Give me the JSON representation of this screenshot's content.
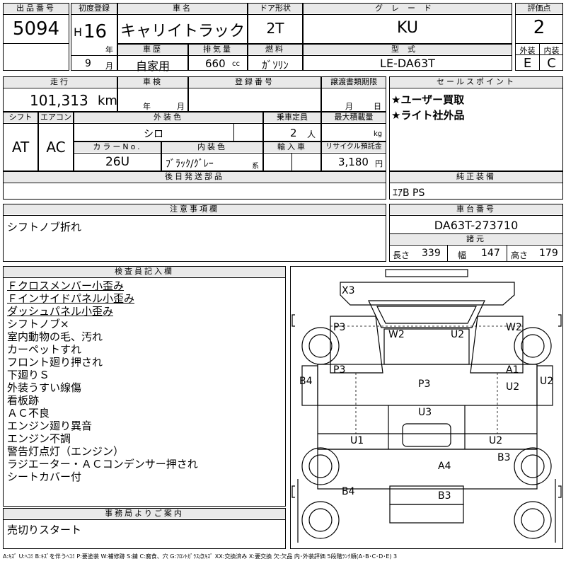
{
  "header": {
    "lot_label": "出品番号",
    "lot_no": "5094",
    "first_reg_label": "初度登録",
    "era": "H",
    "year": "16",
    "year_unit": "年",
    "month": "9",
    "month_unit": "月",
    "car_name_label": "車名",
    "car_name": "キャリイトラック",
    "door_label": "ドア形状",
    "door": "2T",
    "grade_label": "グレード",
    "grade": "KU",
    "score_label": "評価点",
    "score": "2",
    "history_label": "車歴",
    "history": "自家用",
    "displacement_label": "排気量",
    "displacement": "660",
    "displacement_unit": "cc",
    "fuel_label": "燃料",
    "fuel": "ｶﾞｿﾘﾝ",
    "model_label": "型式",
    "model": "LE-DA63T",
    "exterior_label": "外装",
    "exterior_score": "E",
    "interior_label": "内装",
    "interior_score": "C"
  },
  "row2": {
    "mileage_label": "走行",
    "mileage": "101,313",
    "mileage_unit": "km",
    "inspection_label": "車検",
    "year_unit": "年",
    "month_unit": "月",
    "plate_label": "登録番号",
    "transfer_label": "譲渡書類期限",
    "transfer_month": "月",
    "transfer_day": "日",
    "sales_label": "セールスポイント",
    "sales_points": [
      "★ユーザー買取",
      "★ライト社外品"
    ]
  },
  "row3": {
    "shift_label": "シフト",
    "aircon_label": "エアコン",
    "shift": "AT",
    "aircon": "AC",
    "ext_color_label": "外装色",
    "ext_color": "シロ",
    "capacity_label": "乗車定員",
    "capacity": "2",
    "capacity_unit": "人",
    "load_label": "最大積載量",
    "load_unit": "kg",
    "color_no_label": "カラーNo.",
    "color_no": "26U",
    "int_color_label": "内装色",
    "int_color": "ﾌﾞﾗｯｸ/ｸﾞﾚｰ",
    "int_color_suffix": "系",
    "import_label": "輸入車",
    "recycle_label": "リサイクル預託金",
    "recycle": "3,180",
    "recycle_unit": "円"
  },
  "row4": {
    "later_parts_label": "後日発送部品",
    "genuine_label": "純正装備",
    "genuine": "ｴｱB PS"
  },
  "notes": {
    "caution_label": "注意事項欄",
    "caution": "シフトノブ折れ",
    "chassis_label": "車台番号",
    "chassis": "DA63T-273710",
    "dims_label": "諸元",
    "length_label": "長さ",
    "length": "339",
    "width_label": "幅",
    "width": "147",
    "height_label": "高さ",
    "height": "179"
  },
  "inspector": {
    "label": "検査員記入欄",
    "items": [
      {
        "text": "Ｆクロスメンバー小歪み",
        "underline": true
      },
      {
        "text": "Ｆインサイドパネル小歪み",
        "underline": true
      },
      {
        "text": "ダッシュパネル小歪み",
        "underline": true
      },
      {
        "text": "シフトノブ×",
        "underline": false
      },
      {
        "text": "室内動物の毛、汚れ",
        "underline": false
      },
      {
        "text": "カーペットすれ",
        "underline": false
      },
      {
        "text": "フロント廻り押され",
        "underline": false
      },
      {
        "text": "下廻りＳ",
        "underline": false
      },
      {
        "text": "外装うすい線傷",
        "underline": false
      },
      {
        "text": "看板跡",
        "underline": false
      },
      {
        "text": "ＡＣ不良",
        "underline": false
      },
      {
        "text": "エンジン廻り異音",
        "underline": false
      },
      {
        "text": "エンジン不調",
        "underline": false
      },
      {
        "text": "警告灯点灯（エンジン）",
        "underline": false
      },
      {
        "text": "ラジエーター・ＡＣコンデンサー押され",
        "underline": false
      },
      {
        "text": "シートカバー付",
        "underline": false
      }
    ]
  },
  "office": {
    "label": "事務局よりご案内",
    "text": "売切りスタート"
  },
  "damage_map": {
    "labels": [
      "X3",
      "P3",
      "W2",
      "U2",
      "W2",
      "P3",
      "A1",
      "B4",
      "U2",
      "U2",
      "P3",
      "U3",
      "U1",
      "U2",
      "B3",
      "A4",
      "B4",
      "B3"
    ]
  },
  "legend": "A:ｷｽﾞ U:ﾍｺﾐ B:ｷｽﾞを伴うﾍｺﾐ P:要塗装 W:補修跡 S:錆 C:腐食、穴 G:ﾌﾛﾝﾄｶﾞﾗｽ点ｷｽﾞ XX:交換済み X:要交換 欠:欠品 内･外装評価 5段階ﾗﾝｸ順(A･B･C･D･E) 3"
}
